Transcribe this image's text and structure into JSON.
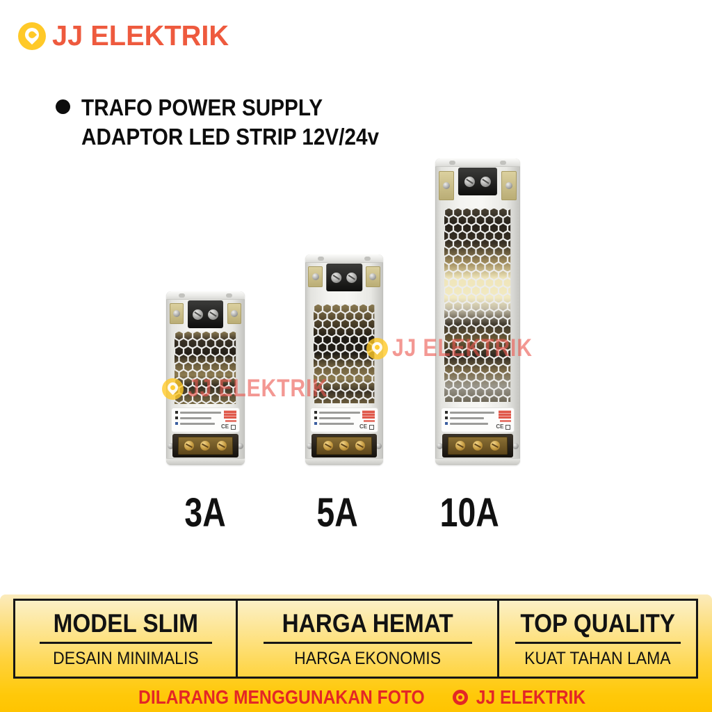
{
  "logo": {
    "brand": "JJ ELEKTRIK",
    "icon": "location-pin-icon"
  },
  "heading": {
    "line1": "TRAFO POWER SUPPLY",
    "line2": "ADAPTOR LED STRIP 12V/24v"
  },
  "products": [
    {
      "amp": "3A",
      "ce": "CE"
    },
    {
      "amp": "5A",
      "ce": "CE"
    },
    {
      "amp": "10A",
      "ce": "CE"
    }
  ],
  "watermarks": [
    {
      "text": "JJ ELEKTRIK"
    },
    {
      "text": "JJ ELEKTRIK"
    }
  ],
  "features": [
    {
      "title": "MODEL SLIM",
      "subtitle": "DESAIN MINIMALIS"
    },
    {
      "title": "HARGA HEMAT",
      "subtitle": "HARGA EKONOMIS"
    },
    {
      "title": "TOP QUALITY",
      "subtitle": "KUAT TAHAN LAMA"
    }
  ],
  "disclaimer": {
    "prefix": "DILARANG MENGGUNAKAN FOTO",
    "brand": "JJ ELEKTRIK"
  },
  "colors": {
    "brand_orange": "#EE5A3E",
    "brand_yellow": "#FFC928",
    "strip_gold": "#FFC90A",
    "strip_cream": "#FBEBBC",
    "disclaimer_red": "#E32726",
    "watermark_pink": "#EB5850",
    "text_black": "#0D0D0D"
  }
}
